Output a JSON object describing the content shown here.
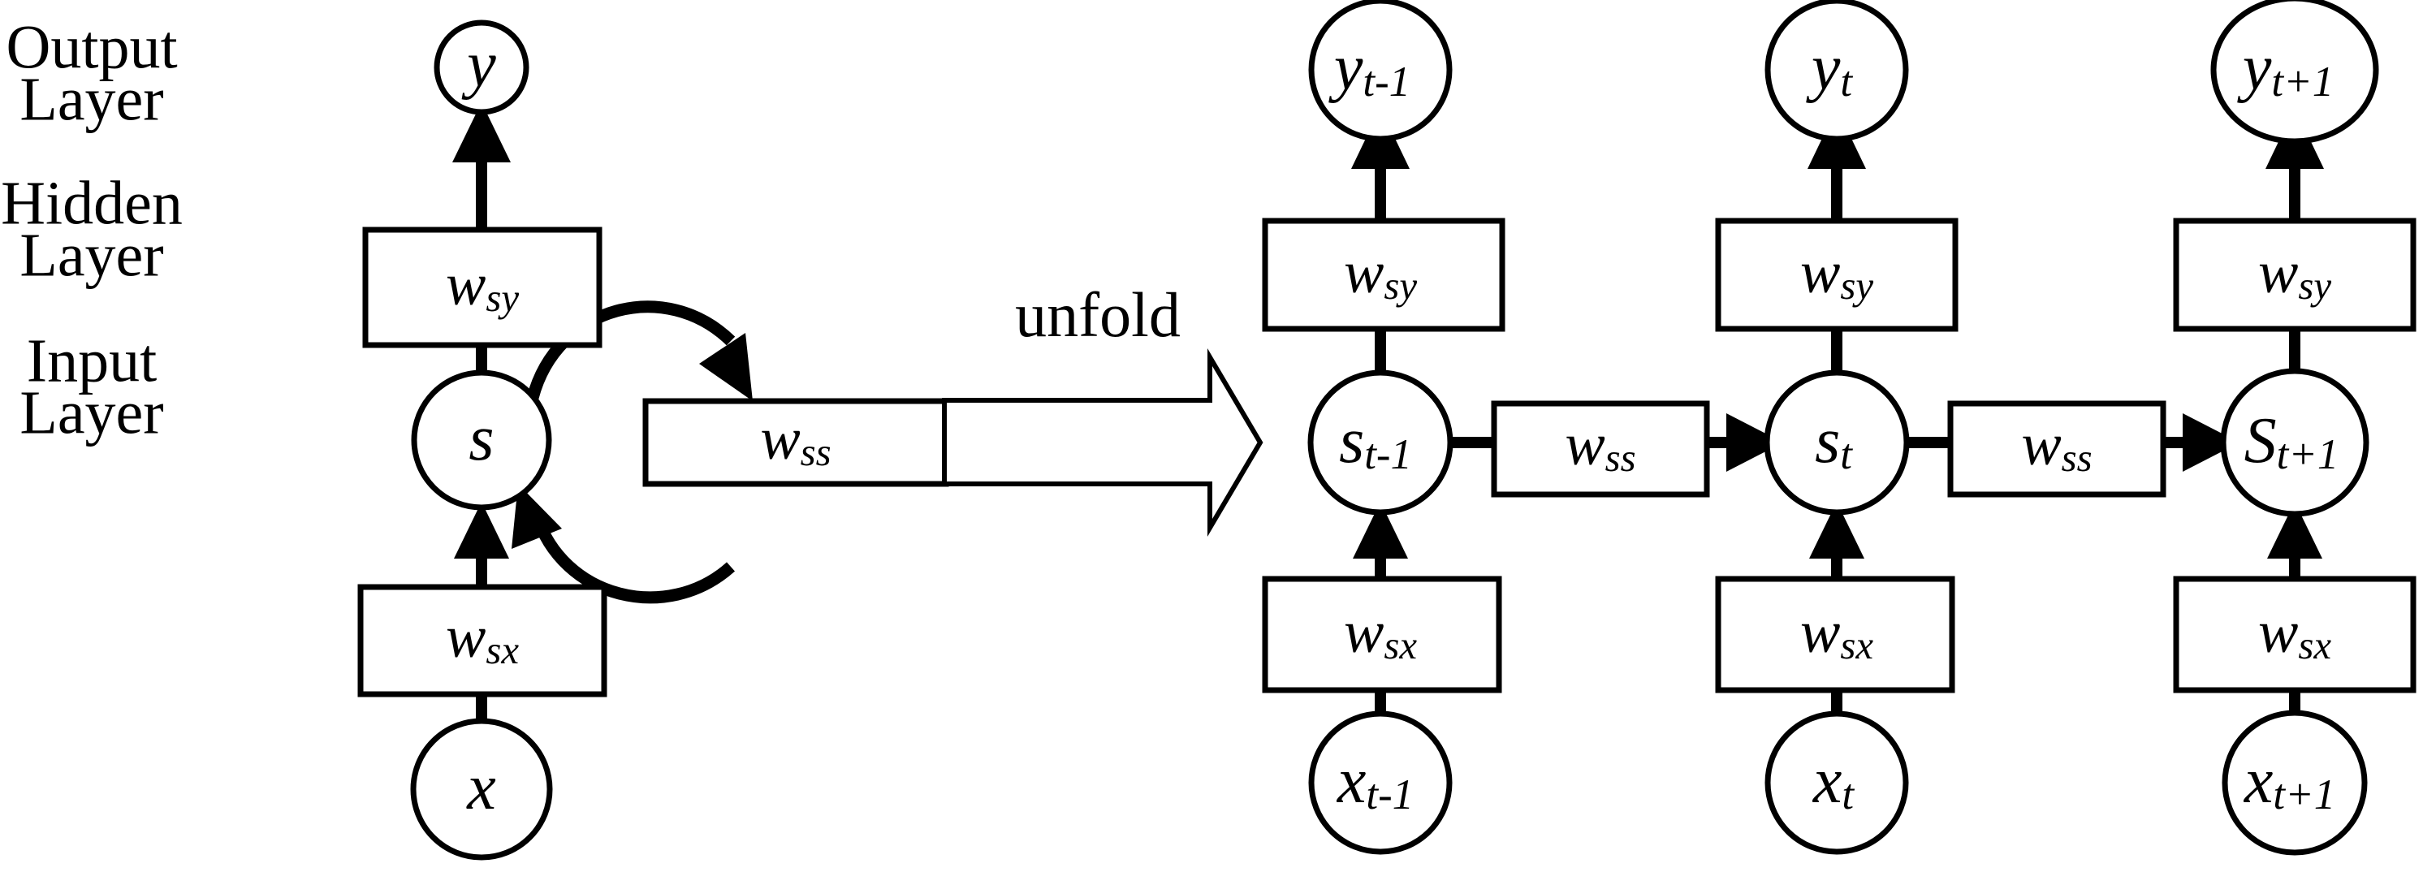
{
  "figure": {
    "title": "RNN folded and unfolded computational graph",
    "background_color": "#ffffff",
    "stroke_color": "#000000"
  },
  "layer_labels": [
    {
      "id": "output",
      "line1": "Output",
      "line2": "Layer"
    },
    {
      "id": "hidden",
      "line1": "Hidden",
      "line2": "Layer"
    },
    {
      "id": "input",
      "line1": "Input",
      "line2": "Layer"
    }
  ],
  "transition": {
    "label": "unfold",
    "arrow_icon": "right-block-arrow-icon"
  },
  "folded_network": {
    "output_node": {
      "base": "y",
      "sub": ""
    },
    "hidden_node": {
      "base": "s",
      "sub": ""
    },
    "input_node": {
      "base": "x",
      "sub": ""
    },
    "weight_output": {
      "base": "w",
      "sub": "sy"
    },
    "weight_recurrent": {
      "base": "w",
      "sub": "ss"
    },
    "weight_input": {
      "base": "w",
      "sub": "sx"
    }
  },
  "unfolded_network": {
    "recurrent_weights": [
      {
        "base": "w",
        "sub": "ss"
      },
      {
        "base": "w",
        "sub": "ss"
      }
    ],
    "timesteps": [
      {
        "id": "t-minus-1",
        "output_node": {
          "base": "y",
          "sub": "t-1"
        },
        "hidden_node": {
          "base": "s",
          "sub": "t-1"
        },
        "input_node": {
          "base": "x",
          "sub": "t-1"
        },
        "weight_output": {
          "base": "w",
          "sub": "sy"
        },
        "weight_input": {
          "base": "w",
          "sub": "sx"
        }
      },
      {
        "id": "t",
        "output_node": {
          "base": "y",
          "sub": "t"
        },
        "hidden_node": {
          "base": "s",
          "sub": "t"
        },
        "input_node": {
          "base": "x",
          "sub": "t"
        },
        "weight_output": {
          "base": "w",
          "sub": "sy"
        },
        "weight_input": {
          "base": "w",
          "sub": "sx"
        }
      },
      {
        "id": "t-plus-1",
        "output_node": {
          "base": "y",
          "sub": "t+1"
        },
        "hidden_node": {
          "base": "S",
          "sub": "t+1"
        },
        "input_node": {
          "base": "x",
          "sub": "t+1"
        },
        "weight_output": {
          "base": "w",
          "sub": "sy"
        },
        "weight_input": {
          "base": "w",
          "sub": "sx"
        }
      }
    ]
  }
}
